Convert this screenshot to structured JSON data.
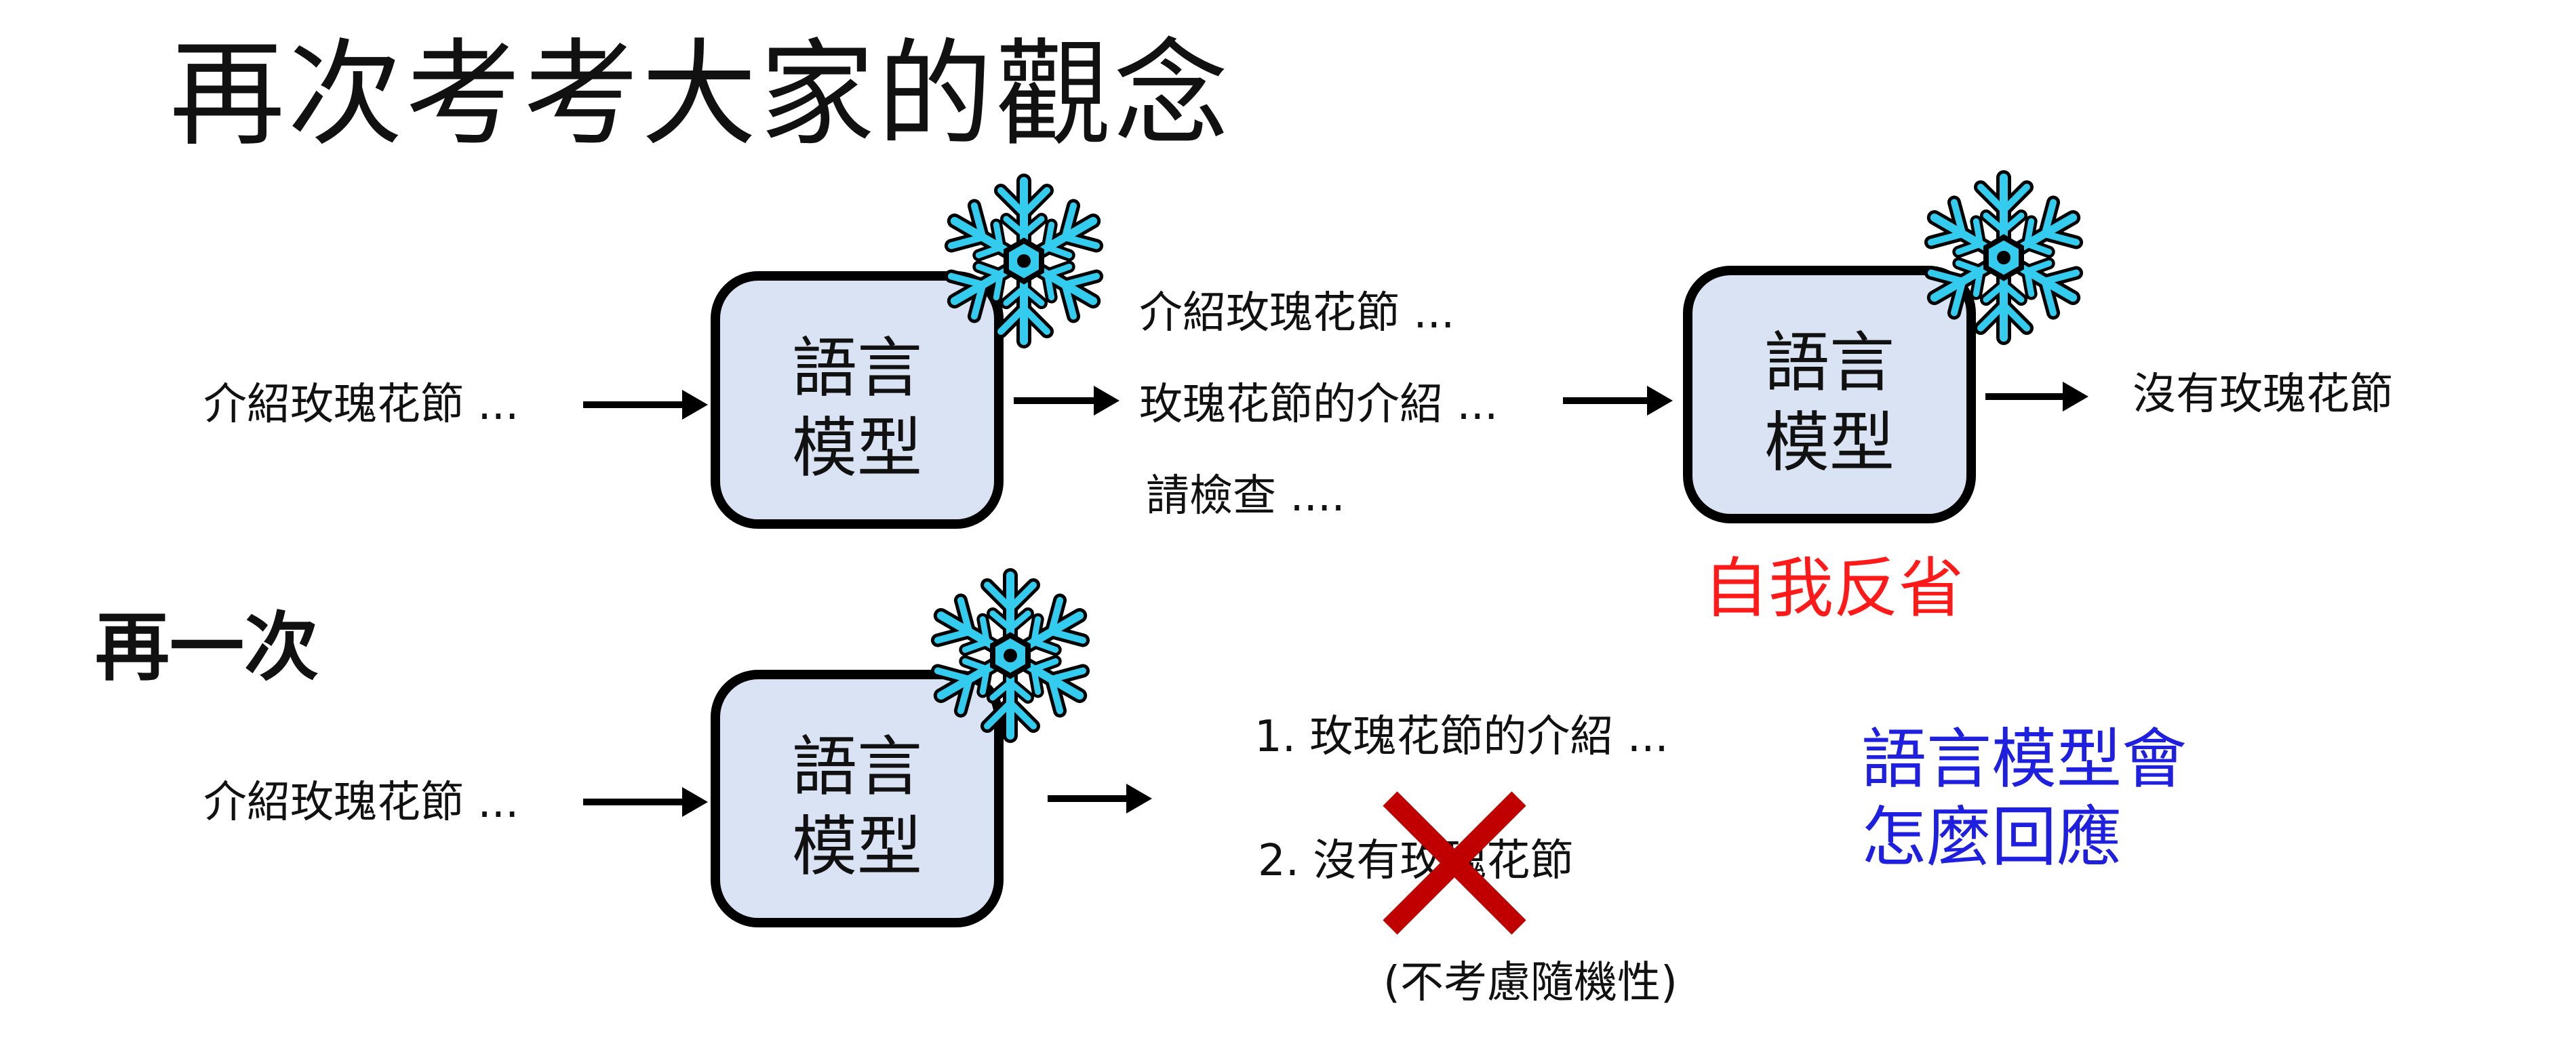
{
  "title": "再次考考大家的觀念",
  "diagram_top": {
    "input": "介紹玫瑰花節 ...",
    "model1_label_line1": "語言",
    "model1_label_line2": "模型",
    "output_line1": "介紹玫瑰花節 ...",
    "output_line2": "玫瑰花節的介紹 ...",
    "output_line3": "請檢查 ....",
    "model2_label_line1": "語言",
    "model2_label_line2": "模型",
    "final_output": "沒有玫瑰花節",
    "reflection_label": "自我反省",
    "reflection_color": "#ff1a1a"
  },
  "again_label": "再一次",
  "diagram_bottom": {
    "input": "介紹玫瑰花節 ...",
    "model_label_line1": "語言",
    "model_label_line2": "模型",
    "option1": "1. 玫瑰花節的介紹 ...",
    "option2": "2. 沒有玫瑰花節",
    "note": "(不考慮隨機性)",
    "question_line1": "語言模型會",
    "question_line2": "怎麼回應",
    "question_color": "#1f1fe0"
  },
  "icons": [
    "snowflake-icon",
    "snowflake-icon",
    "snowflake-icon",
    "cross-mark-icon"
  ],
  "colors": {
    "box_fill": "#dae3f3",
    "snowflake": "#33ccee",
    "cross": "#c00000"
  }
}
